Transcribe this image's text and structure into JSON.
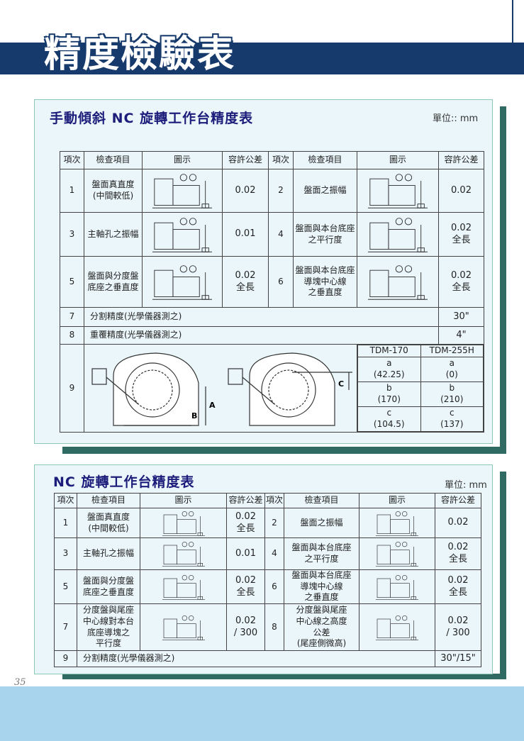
{
  "page_title": "精度檢驗表",
  "page_number": "35",
  "table1": {
    "title": "手動傾斜 NC 旋轉工作台精度表",
    "unit": "單位:: mm",
    "headers": [
      "項次",
      "檢查項目",
      "圖示",
      "容許公差",
      "項次",
      "檢查項目",
      "圖示",
      "容許公差"
    ],
    "rows": [
      {
        "n1": "1",
        "item1": "盤面真直度\n(中間較低)",
        "tol1": "0.02",
        "n2": "2",
        "item2": "盤面之振幅",
        "tol2": "0.02"
      },
      {
        "n1": "3",
        "item1": "主軸孔之振幅",
        "tol1": "0.01",
        "n2": "4",
        "item2": "盤面與本台底座\n之平行度",
        "tol2": "0.02\n全長"
      },
      {
        "n1": "5",
        "item1": "盤面與分度盤\n底座之垂直度",
        "tol1": "0.02\n全長",
        "n2": "6",
        "item2": "盤面與本台底座\n導塊中心線\n之垂直度",
        "tol2": "0.02\n全長"
      }
    ],
    "row7": {
      "n": "7",
      "item": "分割精度(光學儀器測之)",
      "tol": "30\""
    },
    "row8": {
      "n": "8",
      "item": "重覆精度(光學儀器測之)",
      "tol": "4\""
    },
    "row9": {
      "n": "9",
      "models": [
        "TDM-170",
        "TDM-255H"
      ],
      "dims": [
        {
          "m1": "a\n(42.25)",
          "m2": "a\n(0)"
        },
        {
          "m1": "b\n(170)",
          "m2": "b\n(210)"
        },
        {
          "m1": "c\n(104.5)",
          "m2": "c\n(137)"
        }
      ],
      "labels": {
        "a": "A",
        "b": "B",
        "c": "C"
      }
    }
  },
  "table2": {
    "title": "NC 旋轉工作台精度表",
    "unit": "單位: mm",
    "headers": [
      "項次",
      "檢查項目",
      "圖示",
      "容許公差",
      "項次",
      "檢查項目",
      "圖示",
      "容許公差"
    ],
    "rows": [
      {
        "n1": "1",
        "item1": "盤面真直度\n(中間較低)",
        "tol1": "0.02\n全長",
        "n2": "2",
        "item2": "盤面之振幅",
        "tol2": "0.02"
      },
      {
        "n1": "3",
        "item1": "主軸孔之振幅",
        "tol1": "0.01",
        "n2": "4",
        "item2": "盤面與本台底座\n之平行度",
        "tol2": "0.02\n全長"
      },
      {
        "n1": "5",
        "item1": "盤面與分度盤\n底座之垂直度",
        "tol1": "0.02\n全長",
        "n2": "6",
        "item2": "盤面與本台底座\n導塊中心線\n之垂直度",
        "tol2": "0.02\n全長"
      },
      {
        "n1": "7",
        "item1": "分度盤與尾座\n中心線對本台\n底座導塊之\n平行度",
        "tol1": "0.02\n/ 300",
        "n2": "8",
        "item2": "分度盤與尾座\n中心線之高度\n公差\n(尾座側微高)",
        "tol2": "0.02\n/ 300"
      }
    ],
    "row9": {
      "n": "9",
      "item": "分割精度(光學儀器測之)",
      "tol": "30\"/15\""
    }
  }
}
